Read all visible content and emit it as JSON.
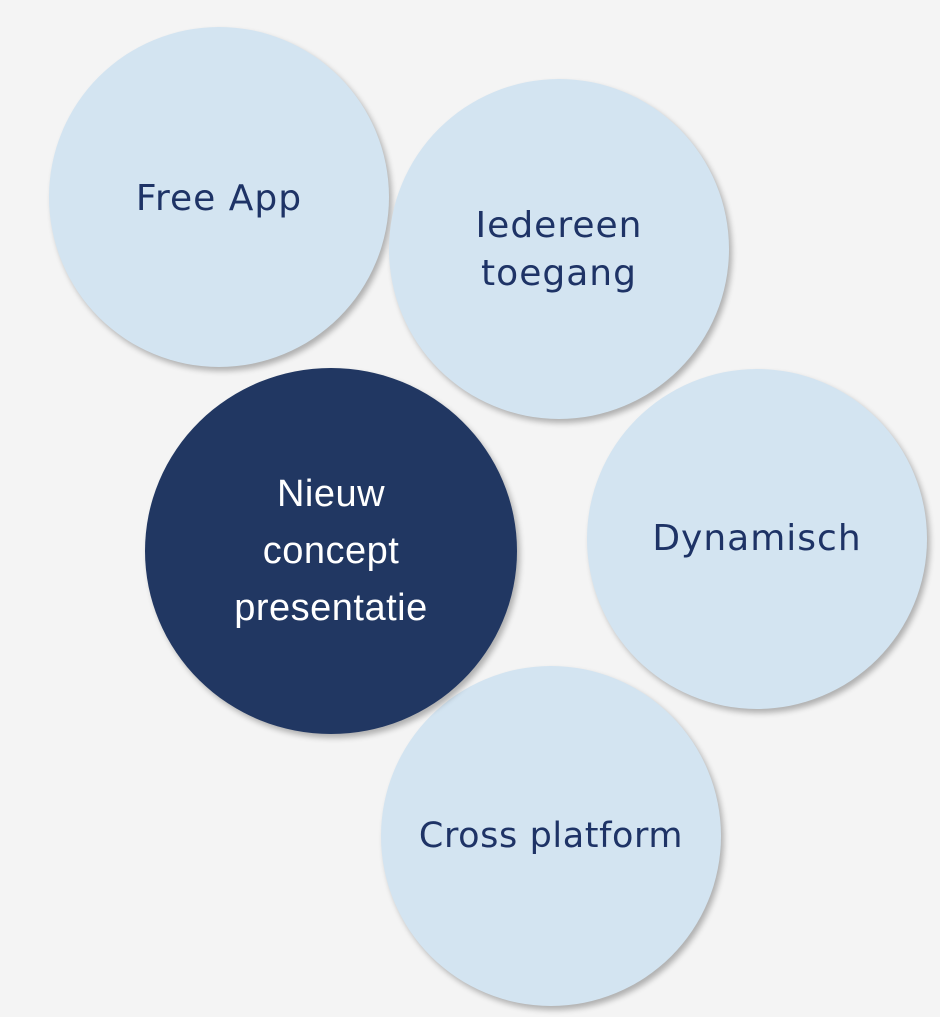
{
  "diagram": {
    "nodes": [
      {
        "id": "free-app",
        "label": "Free App",
        "role": "satellite"
      },
      {
        "id": "iedereen-toegang",
        "label": "Iedereen\ntoegang",
        "role": "satellite"
      },
      {
        "id": "nieuw-concept",
        "label": "Nieuw\nconcept\npresentatie",
        "role": "center"
      },
      {
        "id": "dynamisch",
        "label": "Dynamisch",
        "role": "satellite"
      },
      {
        "id": "cross-platform",
        "label": "Cross platform",
        "role": "satellite"
      }
    ],
    "colors": {
      "background": "#f4f4f4",
      "satellite_fill": "#d3e4f1",
      "satellite_text": "#1e3366",
      "center_fill": "#213762",
      "center_text": "#ffffff"
    }
  }
}
